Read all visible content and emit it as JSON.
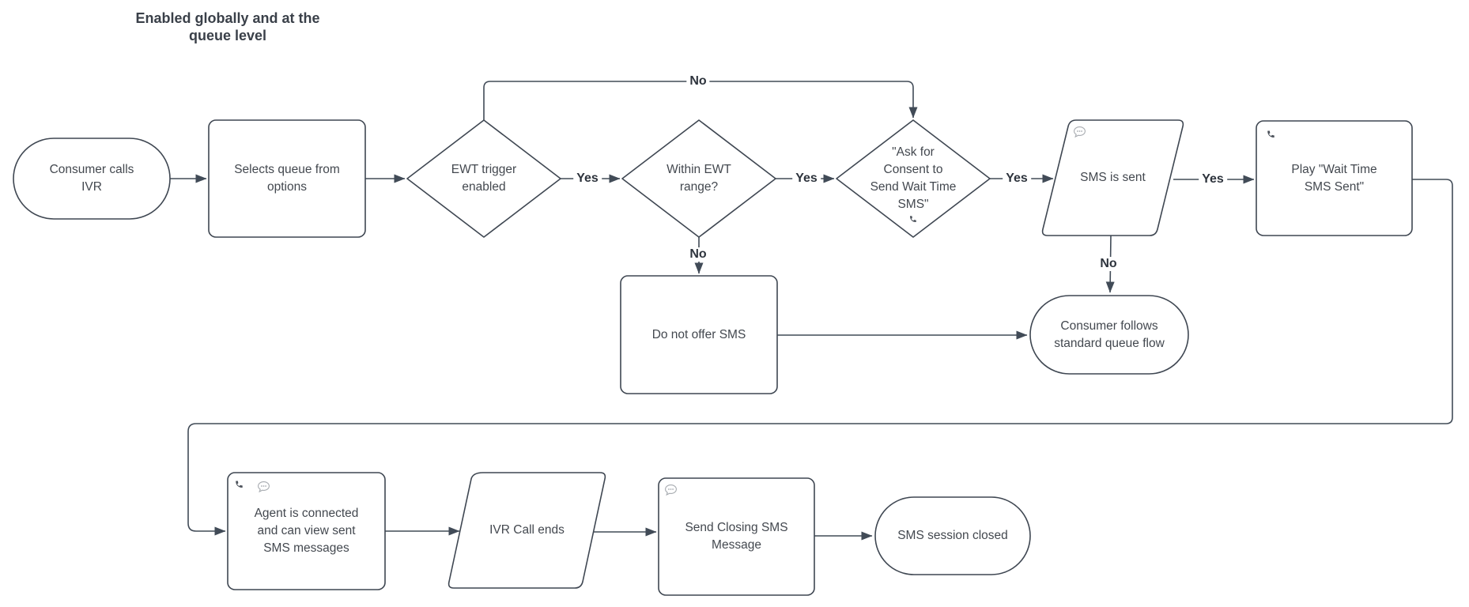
{
  "title": "Enabled globally and at the\nqueue level",
  "nodes": {
    "consumer_calls_ivr": {
      "label": "Consumer calls\nIVR",
      "shape": "terminator"
    },
    "selects_queue": {
      "label": "Selects queue from\noptions",
      "shape": "process"
    },
    "ewt_trigger": {
      "label": "EWT trigger\nenabled",
      "shape": "decision"
    },
    "within_ewt_range": {
      "label": "Within EWT\nrange?",
      "shape": "decision"
    },
    "ask_for_consent": {
      "label": "\"Ask for\nConsent to\nSend Wait Time\nSMS\"",
      "shape": "decision",
      "icon": "phone-icon"
    },
    "sms_is_sent": {
      "label": "SMS is sent",
      "shape": "data",
      "icon": "speech-bubble-icon"
    },
    "play_wait_time": {
      "label": "Play \"Wait Time\nSMS Sent\"",
      "shape": "process",
      "icon": "phone-icon"
    },
    "do_not_offer_sms": {
      "label": "Do not offer SMS",
      "shape": "process"
    },
    "standard_queue_flow": {
      "label": "Consumer follows\nstandard queue flow",
      "shape": "terminator"
    },
    "agent_connected": {
      "label": "Agent is connected\nand can view sent\nSMS messages",
      "shape": "process",
      "icons": [
        "phone-icon",
        "speech-bubble-icon"
      ]
    },
    "ivr_call_ends": {
      "label": "IVR Call ends",
      "shape": "data"
    },
    "send_closing_sms": {
      "label": "Send Closing SMS\nMessage",
      "shape": "process",
      "icon": "speech-bubble-icon"
    },
    "sms_session_closed": {
      "label": "SMS session closed",
      "shape": "terminator"
    }
  },
  "edge_labels": {
    "yes_ewt_trigger": "Yes",
    "yes_within_range": "Yes",
    "yes_consent": "Yes",
    "yes_sms_sent": "Yes",
    "no_ewt_trigger": "No",
    "no_within_range": "No",
    "no_sms_sent": "No"
  },
  "colors": {
    "background": "#ffffff",
    "shape_stroke": "#3f4752",
    "edge_stroke": "#414b57",
    "node_text": "#43484f",
    "edge_label_text": "#2e343d",
    "phone_icon": "#4c525b",
    "speech_bubble_icon": "#a7abb0"
  }
}
